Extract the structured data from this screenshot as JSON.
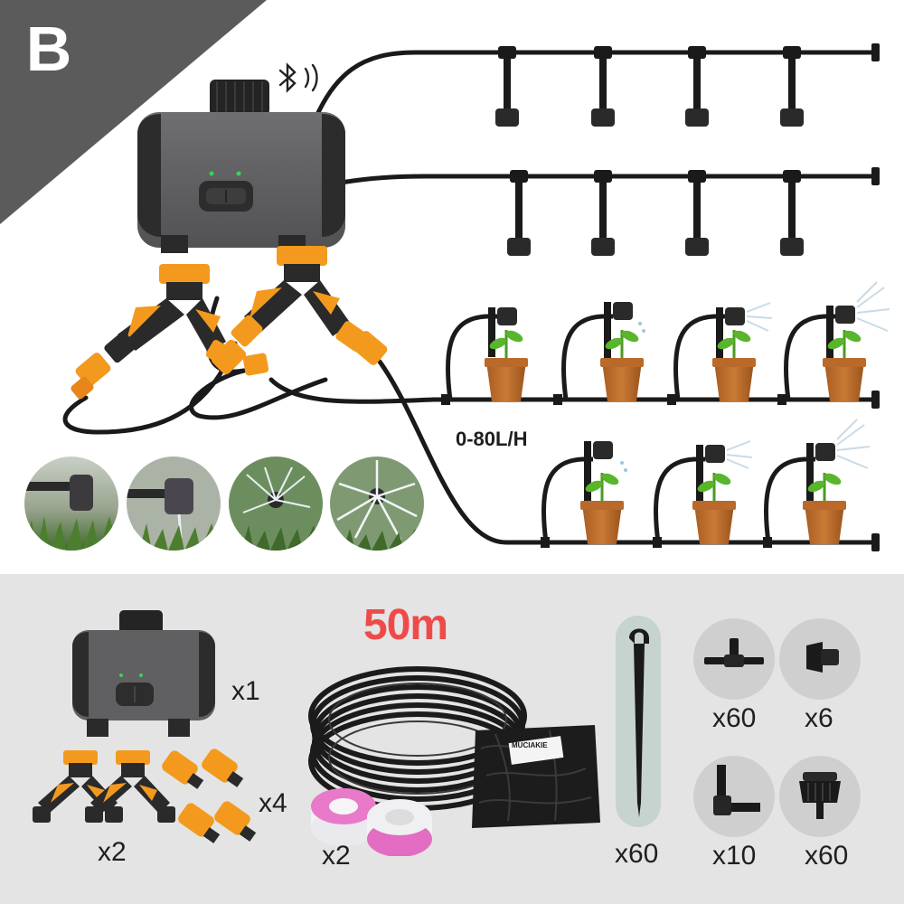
{
  "badge": {
    "letter": "B",
    "color": "#5b5b5b"
  },
  "scene": {
    "flow_rate_label": "0-80L/H",
    "accent_color": "#f39a1e",
    "tube_color": "#1a1a1a",
    "pot_color": "#c0722b",
    "plant_color": "#58b52c"
  },
  "kit": {
    "hose_length": "50m",
    "hose_length_color": "#ef4a4a",
    "tape_brand": "MUCIAKIE",
    "quantities": {
      "timer": "x1",
      "y_splitters": "x2",
      "connectors": "x4",
      "seal_tape": "x2",
      "stakes": "x60",
      "tee_connectors": "x60",
      "end_plugs": "x6",
      "elbow_connectors": "x10",
      "drippers": "x60"
    }
  }
}
